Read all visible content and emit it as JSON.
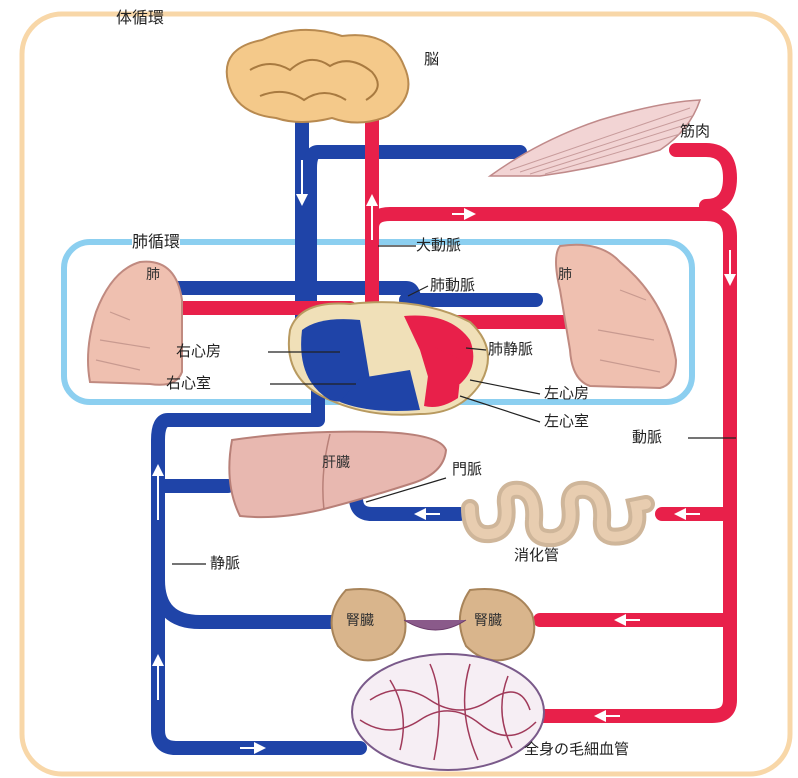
{
  "title": "体循環",
  "pulmonary_title": "肺循環",
  "labels": {
    "brain": "脳",
    "muscle": "筋肉",
    "aorta": "大動脈",
    "lung_left": "肺",
    "lung_right": "肺",
    "pulmonary_artery": "肺動脈",
    "right_atrium": "右心房",
    "right_ventricle": "右心室",
    "pulmonary_vein": "肺静脈",
    "left_atrium": "左心房",
    "left_ventricle": "左心室",
    "artery": "動脈",
    "liver": "肝臓",
    "portal_vein": "門脈",
    "digestive_tract": "消化管",
    "vein": "静脈",
    "kidney_left": "腎臓",
    "kidney_right": "腎臓",
    "capillaries": "全身の毛細血管"
  },
  "colors": {
    "artery": "#e8204a",
    "vein": "#1f44a8",
    "outer_frame": "#f8d7a8",
    "pulmonary_frame": "#8ccff0",
    "organ_skin": "#efc0b0",
    "organ_fill": "#e8b8b0",
    "kidney_fill": "#d9b58c",
    "brain_fill": "#f4c98a"
  }
}
